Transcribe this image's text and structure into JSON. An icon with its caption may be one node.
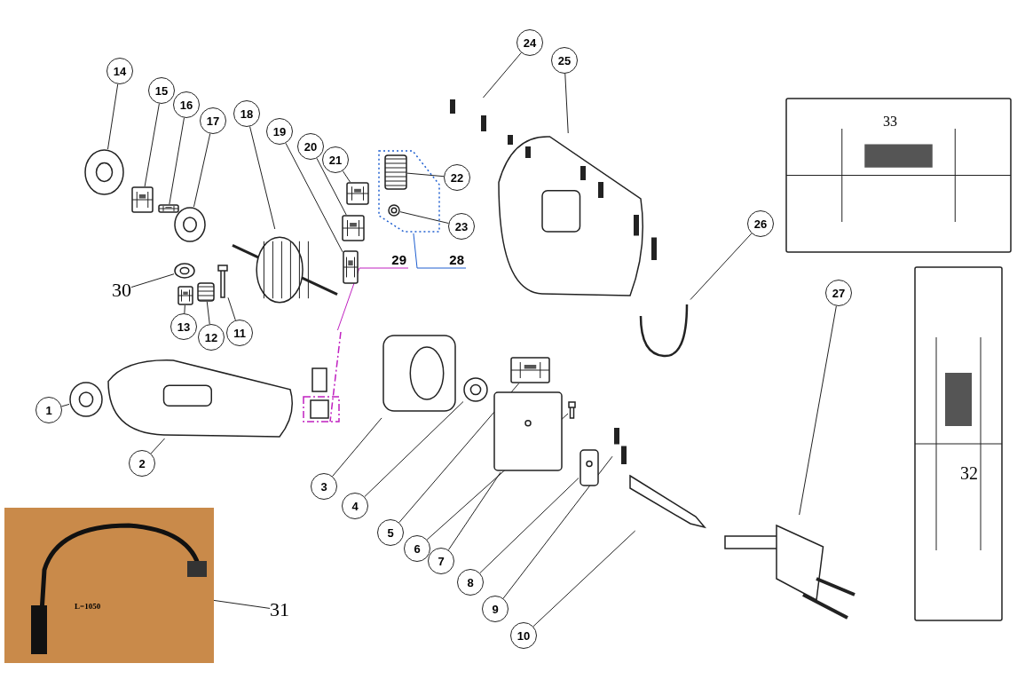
{
  "diagram": {
    "nodes": [
      {
        "text": [
          "1"
        ]
      },
      {
        "text": [
          "2"
        ]
      },
      {
        "text": [
          "3"
        ]
      },
      {
        "text": [
          "4"
        ]
      },
      {
        "text": [
          "5"
        ]
      },
      {
        "text": [
          "6"
        ]
      },
      {
        "text": [
          "7"
        ]
      },
      {
        "text": [
          "8"
        ]
      },
      {
        "text": [
          "9"
        ]
      },
      {
        "text": [
          "10"
        ]
      },
      {
        "text": [
          "11"
        ]
      },
      {
        "text": [
          "12"
        ]
      },
      {
        "text": [
          "13"
        ]
      },
      {
        "text": [
          "14"
        ]
      },
      {
        "text": [
          "15"
        ]
      },
      {
        "text": [
          "16"
        ]
      },
      {
        "text": [
          "17"
        ]
      },
      {
        "text": [
          "18"
        ]
      },
      {
        "text": [
          "19"
        ]
      },
      {
        "text": [
          "20"
        ]
      },
      {
        "text": [
          "21"
        ]
      },
      {
        "text": [
          "22"
        ]
      },
      {
        "text": [
          "23"
        ]
      },
      {
        "text": [
          "24"
        ]
      },
      {
        "text": [
          "25"
        ]
      },
      {
        "text": [
          "26"
        ]
      },
      {
        "text": [
          "27"
        ]
      },
      {
        "text": [
          "28"
        ]
      },
      {
        "text": [
          "29"
        ]
      },
      {
        "text": [
          "30"
        ]
      },
      {
        "text": [
          "31"
        ]
      },
      {
        "text": [],
        "shape": "box"
      },
      {
        "text": [],
        "shape": "box"
      },
      {
        "text": [],
        "shape": "picture"
      },
      {
        "text": [],
        "shape": "picture"
      },
      {
        "text": [],
        "shape": "picture"
      },
      {
        "text": [],
        "shape": "picture"
      },
      {
        "text": [],
        "shape": "picture"
      },
      {
        "text": [],
        "shape": "picture"
      },
      {
        "text": [],
        "shape": "picture"
      },
      {
        "text": [],
        "shape": "picture"
      },
      {
        "text": [],
        "shape": "picture"
      },
      {
        "text": [],
        "shape": "picture"
      },
      {
        "text": [],
        "shape": "picture"
      },
      {
        "text": [],
        "shape": "picture"
      },
      {
        "text": [],
        "shape": "picture"
      },
      {
        "text": [],
        "shape": "picture"
      },
      {
        "text": [],
        "shape": "picture"
      },
      {
        "text": [],
        "shape": "picture"
      },
      {
        "text": [],
        "shape": "picture"
      },
      {
        "text": [],
        "shape": "picture"
      },
      {
        "text": [],
        "shape": "picture"
      },
      {
        "text": [],
        "shape": "picture"
      },
      {
        "text": [],
        "shape": "picture"
      },
      {
        "text": [],
        "shape": "picture",
        "in": 31
      },
      {
        "text": [],
        "shape": "picture",
        "in": 31
      },
      {
        "text": [],
        "shape": "picture"
      },
      {
        "text": [],
        "shape": "picture"
      },
      {
        "text": [],
        "shape": "picture"
      },
      {
        "text": [],
        "shape": "picture"
      },
      {
        "text": [],
        "shape": "picture"
      },
      {
        "text": [],
        "shape": "picture"
      }
    ],
    "edges": [
      {
        "from": 0,
        "to": 33,
        "arrow": "none"
      },
      {
        "from": 1,
        "to": 34,
        "arrow": "none"
      },
      {
        "from": 2,
        "to": 35,
        "arrow": "none"
      },
      {
        "from": 3,
        "to": 36,
        "arrow": "none"
      },
      {
        "from": 4,
        "to": 37,
        "arrow": "none"
      },
      {
        "from": 5,
        "to": 38,
        "arrow": "none"
      },
      {
        "from": 6,
        "to": 39,
        "arrow": "none"
      },
      {
        "from": 7,
        "to": 40,
        "arrow": "none"
      },
      {
        "from": 8,
        "to": 41,
        "arrow": "none"
      },
      {
        "from": 9,
        "to": 42,
        "arrow": "none"
      },
      {
        "from": 10,
        "to": 43,
        "arrow": "none"
      },
      {
        "from": 11,
        "to": 44,
        "arrow": "none"
      },
      {
        "from": 12,
        "to": 45,
        "arrow": "none"
      },
      {
        "from": 13,
        "to": 46,
        "arrow": "none"
      },
      {
        "from": 14,
        "to": 47,
        "arrow": "none"
      },
      {
        "from": 15,
        "to": 48,
        "arrow": "none"
      },
      {
        "from": 16,
        "to": 49,
        "arrow": "none"
      },
      {
        "from": 17,
        "to": 50,
        "arrow": "none"
      },
      {
        "from": 18,
        "to": 51,
        "arrow": "none"
      },
      {
        "from": 19,
        "to": 52,
        "arrow": "none"
      },
      {
        "from": 20,
        "to": 53,
        "arrow": "none"
      },
      {
        "from": 21,
        "to": 54,
        "arrow": "none"
      },
      {
        "from": 22,
        "to": 55,
        "arrow": "none"
      },
      {
        "from": 23,
        "to": 56,
        "arrow": "none"
      },
      {
        "from": 24,
        "to": 57,
        "arrow": "none"
      },
      {
        "from": 25,
        "to": 58,
        "arrow": "none"
      },
      {
        "from": 26,
        "to": 59,
        "arrow": "none"
      },
      {
        "from": 27,
        "to": 31,
        "arrow": "none",
        "color": "#1f5fd0"
      },
      {
        "from": 28,
        "to": 32,
        "arrow": "none",
        "color": "#c020c0"
      },
      {
        "from": 29,
        "to": 60,
        "arrow": "none"
      },
      {
        "from": 30,
        "to": 61,
        "arrow": "none"
      }
    ],
    "labels": [
      "33",
      "32",
      "L=1050"
    ]
  }
}
